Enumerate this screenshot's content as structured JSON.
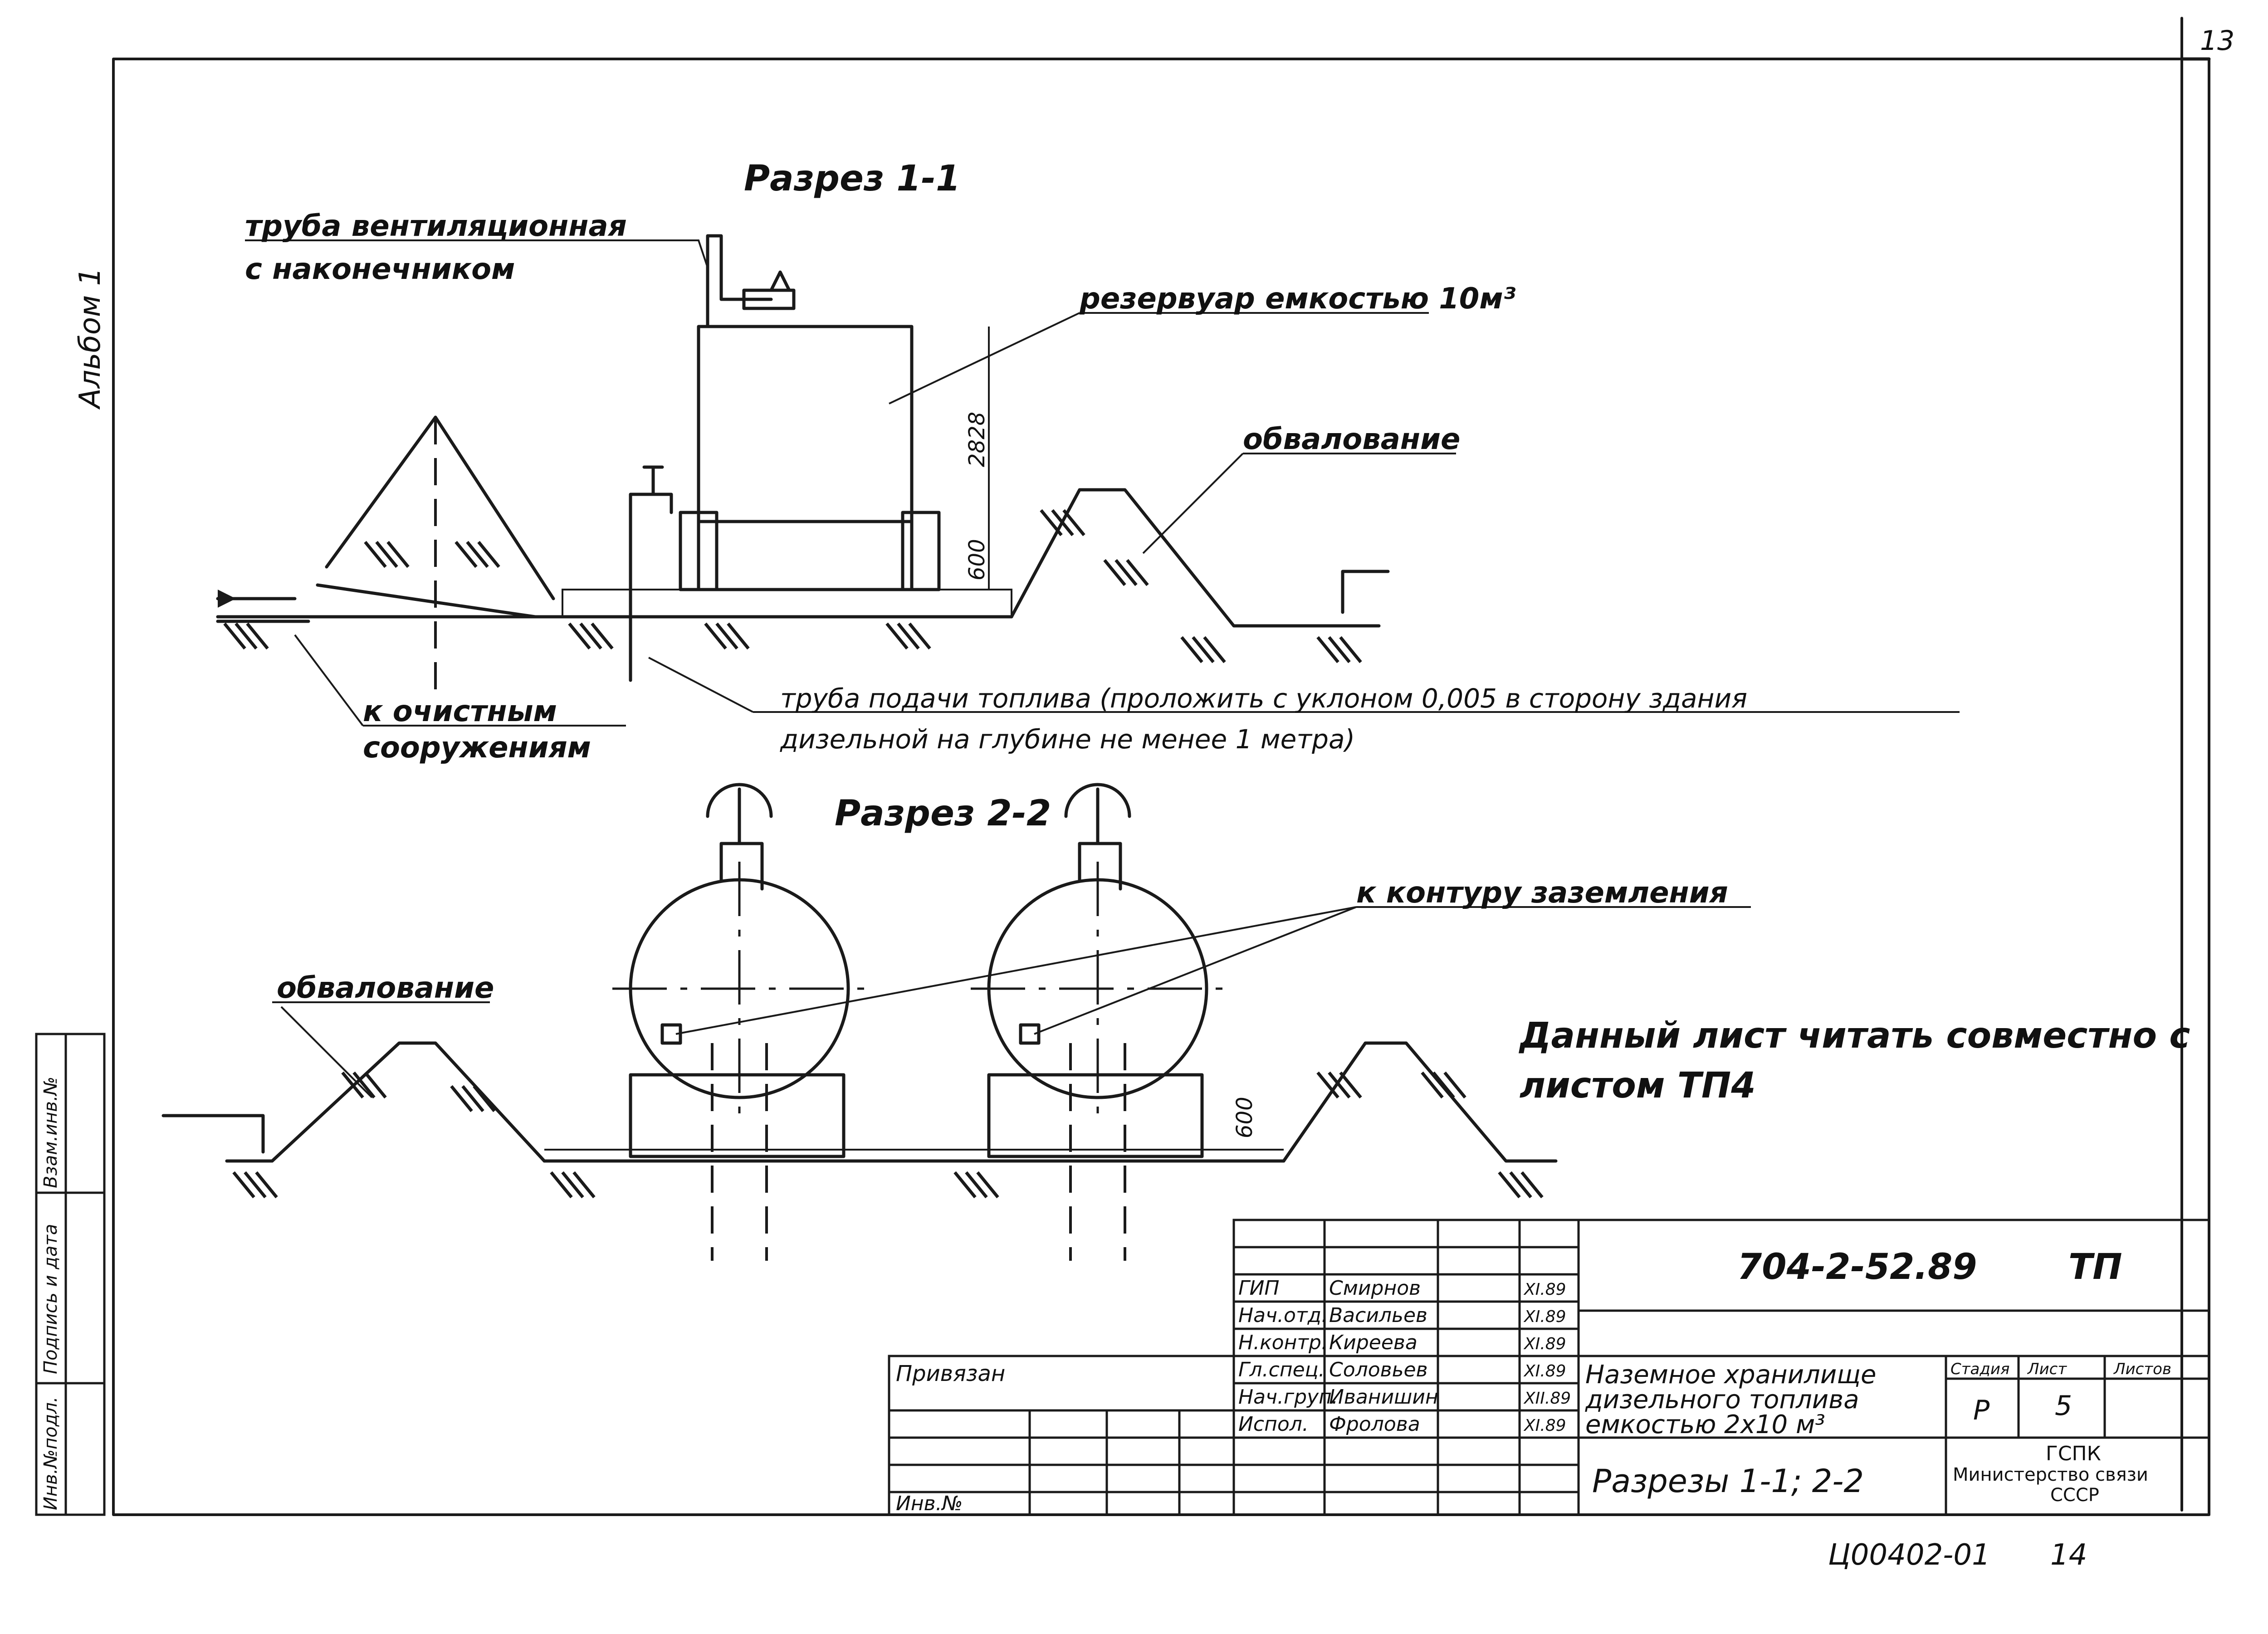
{
  "sheet_number": "13",
  "album_label": "Альбом 1",
  "section_1": {
    "title": "Разрез 1-1",
    "vent_pipe_line1": "труба вентиляционная",
    "vent_pipe_line2": "с наконечником",
    "tank_label": "резервуар емкостью 10м³",
    "embankment": "обвалование",
    "dim_height": "2828",
    "dim_base": "600",
    "to_treatment_line1": "к очистным",
    "to_treatment_line2": "сооружениям",
    "fuel_pipe_line1": "труба подачи топлива (проложить с уклоном 0,005 в сторону здания",
    "fuel_pipe_line2": "дизельной на глубине не менее 1 метра)"
  },
  "section_2": {
    "title": "Разрез 2-2",
    "grounding": "к контуру заземления",
    "embankment": "обвалование",
    "note_line1": "Данный лист читать совместно с",
    "note_line2": "листом ТП4",
    "dim_base": "600"
  },
  "side_stamp": {
    "col1": "Инв.№подл.",
    "col2": "Подпись и дата",
    "col3": "Взам.инв.№"
  },
  "title_block": {
    "doc_code": "704-2-52.89",
    "doc_mark": "ТП",
    "bound_label": "Привязан",
    "inv_label": "Инв.№",
    "people": [
      {
        "role": "ГИП",
        "name": "Смирнов",
        "date": "XI.89"
      },
      {
        "role": "Нач.отд.",
        "name": "Васильев",
        "date": "XI.89"
      },
      {
        "role": "Н.контр.",
        "name": "Киреева",
        "date": "XI.89"
      },
      {
        "role": "Гл.спец.",
        "name": "Соловьев",
        "date": "XI.89"
      },
      {
        "role": "Нач.груп.",
        "name": "Иванишин",
        "date": "XII.89"
      },
      {
        "role": "Испол.",
        "name": "Фролова",
        "date": "XI.89"
      }
    ],
    "object_title_line1": "Наземное хранилище",
    "object_title_line2": "дизельного топлива",
    "object_title_line3": "емкостью 2х10 м³",
    "sheet_title": "Разрезы 1-1; 2-2",
    "stage_hdr": "Стадия",
    "sheet_hdr": "Лист",
    "sheets_hdr": "Листов",
    "stage_val": "Р",
    "sheet_val": "5",
    "org_line1": "ГСПК",
    "org_line2": "Министерство связи",
    "org_line3": "СССР"
  },
  "footer": {
    "code": "Ц00402-01",
    "page": "14"
  }
}
